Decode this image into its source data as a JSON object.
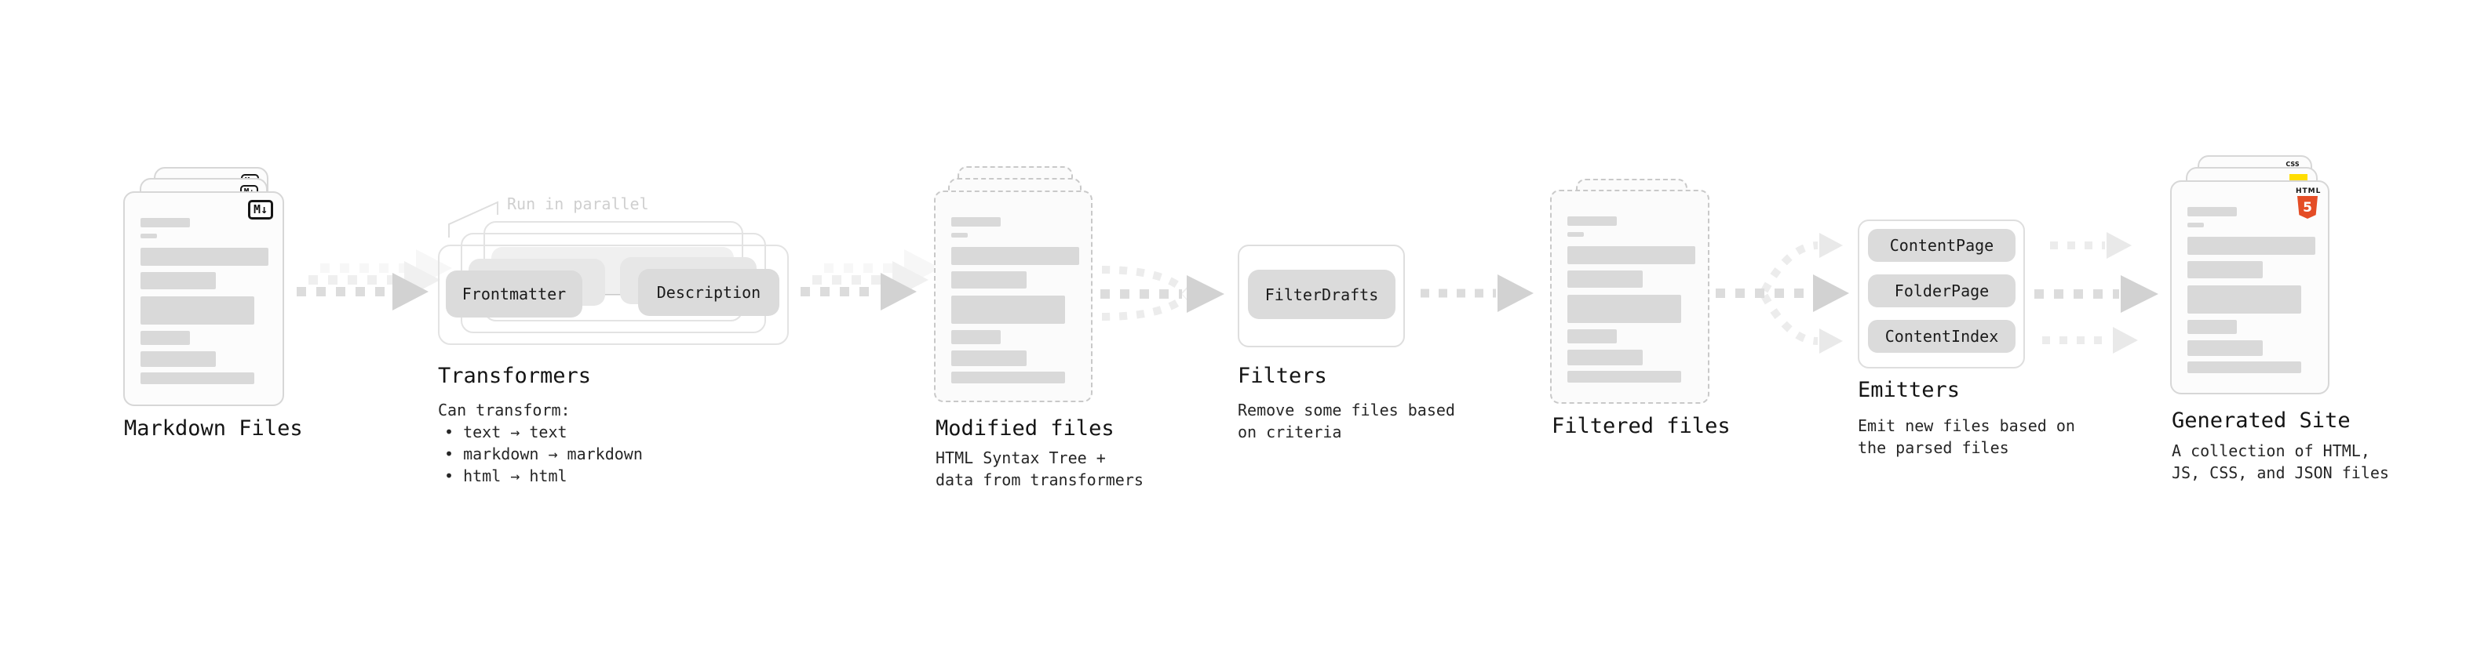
{
  "stages": {
    "markdown_files": {
      "title": "Markdown Files",
      "badge": "M↓"
    },
    "transformers": {
      "title": "Transformers",
      "annotation": "Run in parallel",
      "pill_from": "Frontmatter",
      "pill_to": "Description",
      "subtitle_lines": [
        "Can transform:",
        "• text → text",
        "• markdown → markdown",
        "• html → html"
      ]
    },
    "modified_files": {
      "title": "Modified files",
      "subtitle_lines": [
        "HTML Syntax Tree +",
        "data from transformers"
      ]
    },
    "filters": {
      "title": "Filters",
      "pill": "FilterDrafts",
      "subtitle_lines": [
        "Remove some files based",
        "on criteria"
      ]
    },
    "filtered_files": {
      "title": "Filtered files"
    },
    "emitters": {
      "title": "Emitters",
      "pills": [
        "ContentPage",
        "FolderPage",
        "ContentIndex"
      ],
      "subtitle_lines": [
        "Emit new files based on",
        "the parsed files"
      ]
    },
    "generated_site": {
      "title": "Generated Site",
      "subtitle_lines": [
        "A collection of HTML,",
        "JS, CSS, and JSON files"
      ],
      "file_badges": {
        "html5_word": "HTML",
        "html5_number": "5",
        "css_word": "CSS"
      }
    }
  },
  "colors": {
    "html5_orange": "#e44d26",
    "js_yellow": "#ffdd00",
    "css_blue": "#2d63ea",
    "arrow_gray": "#dcdcdc",
    "placeholder_bar_gray": "#d9d9d9",
    "pill_gray": "#dbdbdb"
  }
}
